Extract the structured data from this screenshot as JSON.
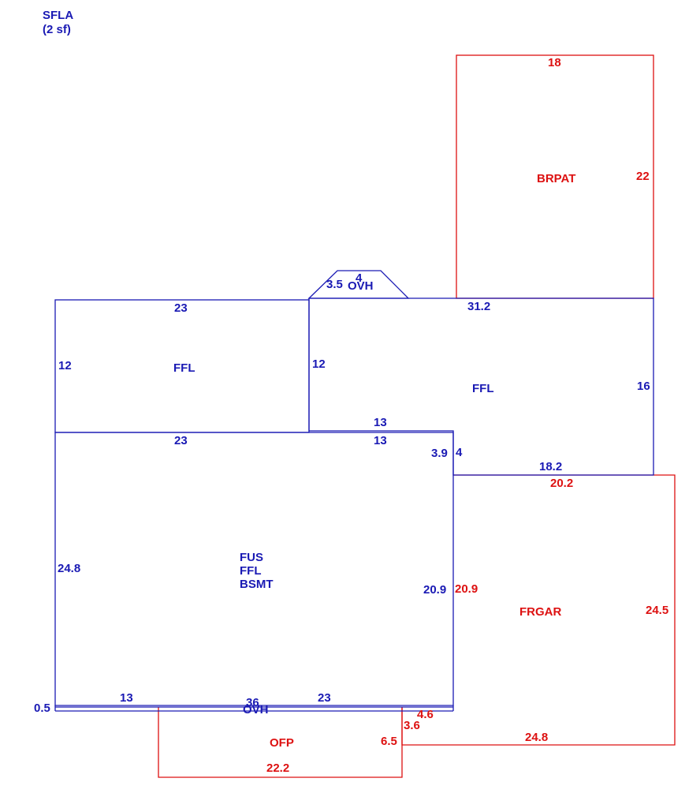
{
  "header": {
    "title": "SFLA",
    "area": "(2 sf)"
  },
  "colors": {
    "building": "#1a1ab4",
    "exterior": "#dd1111"
  },
  "areas": {
    "brpat": "BRPAT",
    "ffl_left": "FFL",
    "ffl_right": "FFL",
    "main_1": "FUS",
    "main_2": "FFL",
    "main_3": "BSMT",
    "frgar": "FRGAR",
    "ofp": "OFP",
    "ovh_top": "OVH",
    "ovh_bottom": "OVH"
  },
  "dims": {
    "brpat_top": "18",
    "brpat_right": "22",
    "ovh_top_side": "3.5",
    "ovh_top_width": "4",
    "ffl_left_top": "23",
    "ffl_left_left": "12",
    "ffl_left_bottom": "23",
    "ffl_right_top": "31.2",
    "ffl_right_left": "12",
    "ffl_right_right": "16",
    "ffl_right_bottom_a": "13",
    "ffl_right_bottom_b": "13",
    "step_a": "3.9",
    "step_b": "4",
    "ffl_right_bottom_c": "18.2",
    "main_left": "24.8",
    "main_right": "20.9",
    "main_bottom_a": "13",
    "main_bottom_b": "36",
    "main_bottom_c": "23",
    "ovh_bottom_side": "0.5",
    "frgar_top": "20.2",
    "frgar_left": "20.9",
    "frgar_right": "24.5",
    "frgar_bottom": "24.8",
    "ofp_step_a": "4.6",
    "ofp_step_b": "3.6",
    "ofp_right": "6.5",
    "ofp_bottom": "22.2"
  }
}
